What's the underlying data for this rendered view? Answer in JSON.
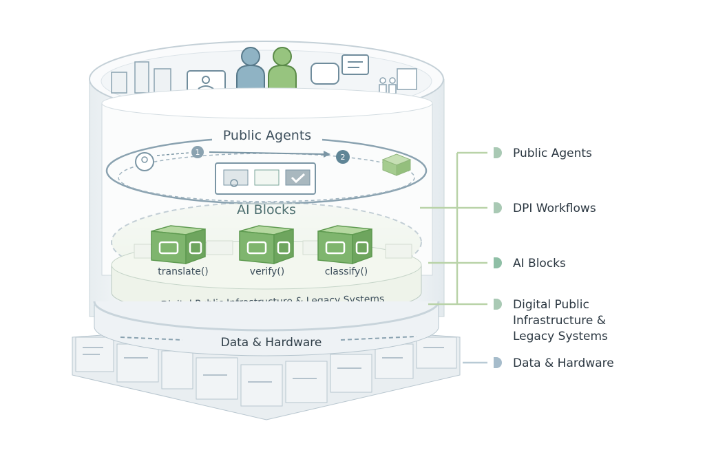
{
  "diagram": {
    "layers": {
      "public_agents": "Public Agents",
      "ai_blocks": "AI Blocks",
      "dpi": "Digital Public Infrastructure & Legacy Systems",
      "data_hardware": "Data & Hardware"
    },
    "workflow_steps": [
      "1",
      "2"
    ],
    "ai_functions": [
      {
        "label": "translate()",
        "icons": [
          "chat-icon",
          "music-note-icon"
        ]
      },
      {
        "label": "verify()",
        "icons": [
          "shield-check-icon",
          "check-icon"
        ]
      },
      {
        "label": "classify()",
        "icons": [
          "grid-icon",
          "search-icon"
        ]
      }
    ],
    "top_icons": [
      "city-buildings-icon",
      "video-chat-icon",
      "people-icon",
      "support-chat-icon",
      "family-search-icon"
    ]
  },
  "legend": {
    "items": [
      {
        "label": "Public Agents"
      },
      {
        "label": "DPI Workflows"
      },
      {
        "label": "AI Blocks"
      },
      {
        "label_lines": [
          "Digital Public",
          "Infrastructure &",
          "Legacy Systems"
        ]
      },
      {
        "label": "Data & Hardware"
      }
    ]
  },
  "colors": {
    "green": "#7fb56e",
    "green_dark": "#5e9a50",
    "slate": "#5a7585",
    "legend_line": "#b9d3a8",
    "legend_marker": "#a9c9b4",
    "data_marker": "#a6bccb"
  }
}
